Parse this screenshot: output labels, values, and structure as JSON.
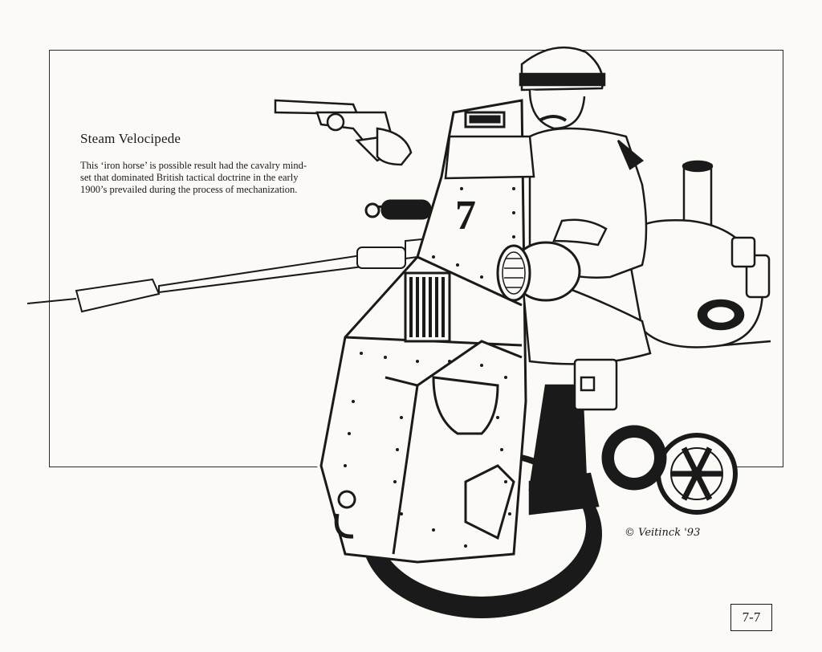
{
  "caption": {
    "title": "Steam Velocipede",
    "body": "This ‘iron horse’ is possible result had the cavalry mind-set that dominated British tactical doctrine in the early 1900’s prevailed during the process of mechanization."
  },
  "illustration": {
    "armor_number": "7",
    "signature": "© Veitinck '93"
  },
  "page_number": "7-7",
  "colors": {
    "ink": "#1a1a1a",
    "paper": "#fbfaf6"
  }
}
